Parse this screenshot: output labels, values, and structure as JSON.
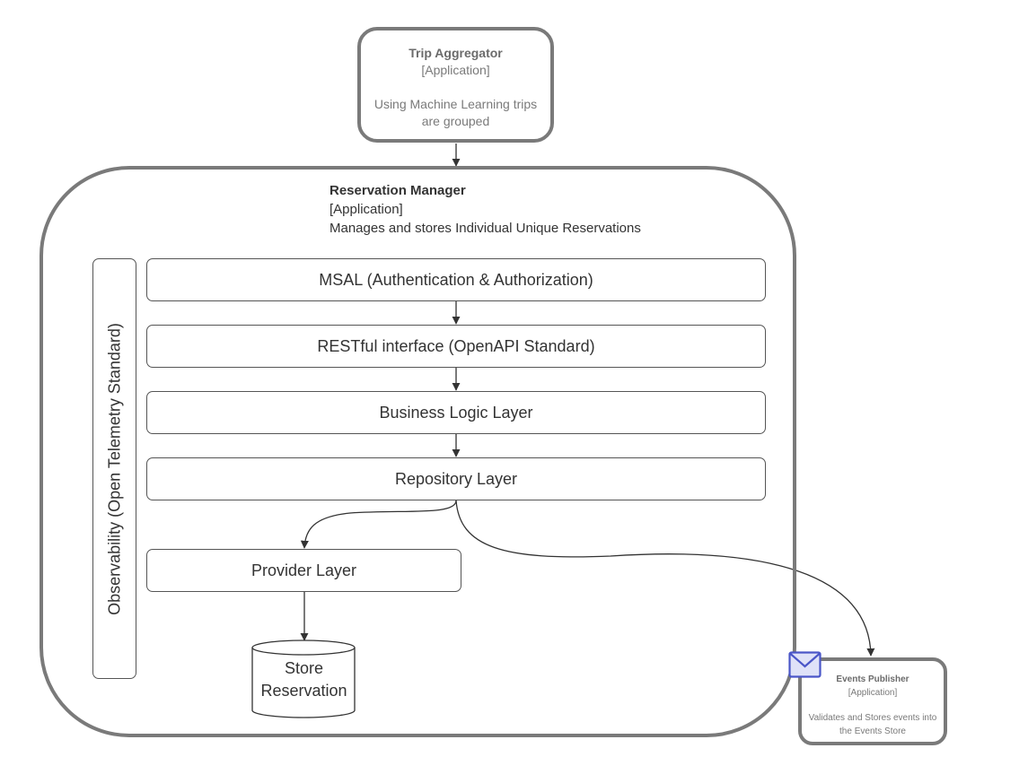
{
  "trip_aggregator": {
    "title": "Trip Aggregator",
    "type": "[Application]",
    "description": "Using Machine Learning trips are grouped"
  },
  "reservation_manager": {
    "title": "Reservation Manager",
    "type": "[Application]",
    "description": "Manages and stores Individual Unique Reservations"
  },
  "layers": {
    "msal": "MSAL (Authentication & Authorization)",
    "rest": "RESTful interface (OpenAPI Standard)",
    "business": "Business Logic Layer",
    "repository": "Repository Layer",
    "provider": "Provider Layer"
  },
  "observability": "Observability (Open Telemetry Standard)",
  "store": {
    "line1": "Store",
    "line2": "Reservation"
  },
  "events_publisher": {
    "title": "Events Publisher",
    "type": "[Application]",
    "description": "Validates and Stores events into the Events Store",
    "icon": "envelope-icon",
    "icon_color": "#4a56c8",
    "icon_fill": "#dfe2f8"
  },
  "colors": {
    "container_border": "#7a7a7a",
    "layer_border": "#555555",
    "connector": "#333333"
  }
}
